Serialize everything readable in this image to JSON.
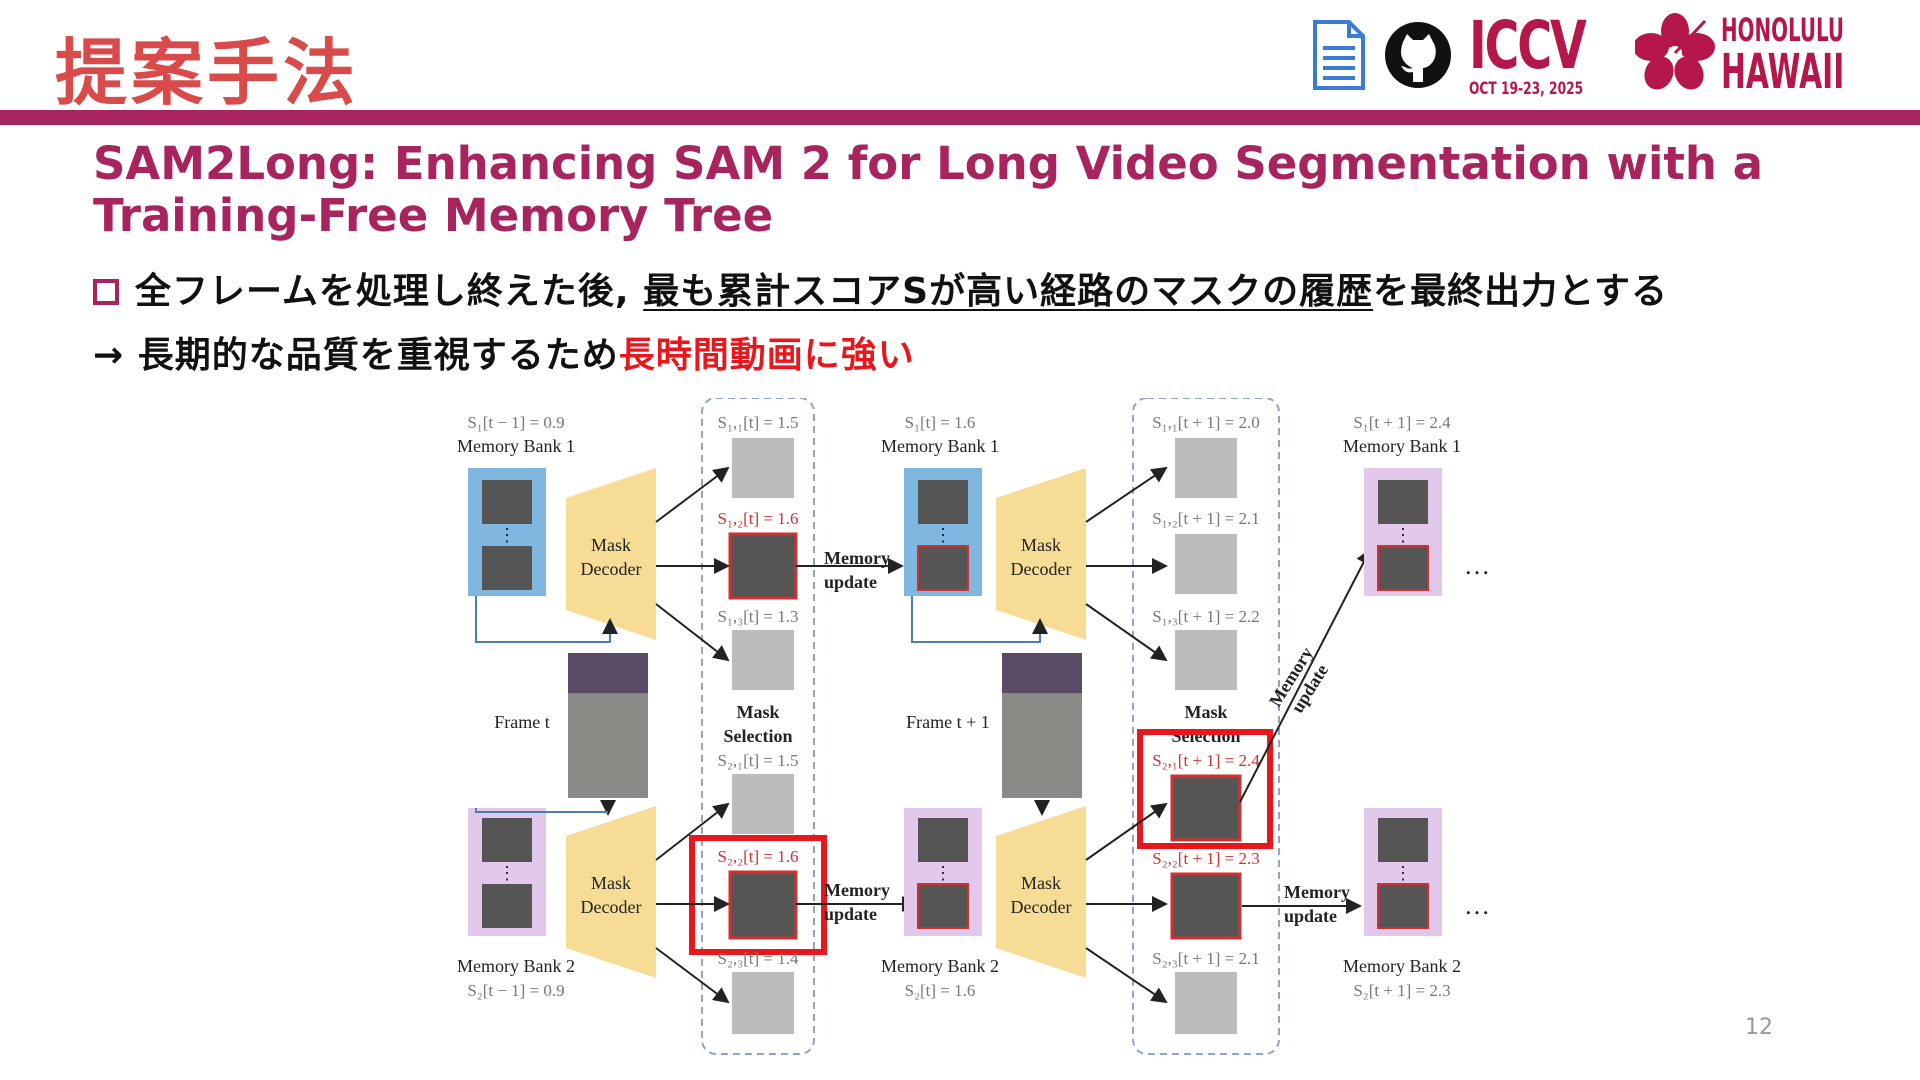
{
  "slide": {
    "title": "提案手法",
    "page_number": "12"
  },
  "header": {
    "icons": [
      "document-icon",
      "github-icon"
    ],
    "logo": {
      "name": "ICCV",
      "dates": "OCT 19-23, 2025",
      "city": "HONOLULU",
      "state": "HAWAII"
    }
  },
  "paper_title": "SAM2Long: Enhancing SAM 2 for Long Video Segmentation with a Training-Free Memory Tree",
  "bullet1": {
    "pre": "全フレームを処理し終えた後, ",
    "underlined": "最も累計スコアSが高い経路のマスクの履歴",
    "post": "を最終出力とする"
  },
  "bullet2": {
    "pre": "→ 長期的な品質を重視するため",
    "emph": "長時間動画に強い"
  },
  "colors": {
    "accent": "#a8245f",
    "title": "#d94a4a",
    "highlight": "#e8171b",
    "bank1": "#7fb7e0",
    "bank2": "#e2c8ea",
    "decoder": "#f7dc95"
  },
  "figure": {
    "memory_bank_1": "Memory Bank 1",
    "memory_bank_2": "Memory Bank 2",
    "mask_decoder": [
      "Mask",
      "Decoder"
    ],
    "mask_selection": [
      "Mask",
      "Selection"
    ],
    "memory_update": [
      "Memory",
      "update"
    ],
    "frame_t": "Frame t",
    "frame_t1": "Frame t + 1",
    "ellipsis": "…",
    "scores": {
      "s1_tm1": "S₁[t − 1] = 0.9",
      "s2_tm1": "S₂[t − 1] = 0.9",
      "s1_t": "S₁[t] = 1.6",
      "s2_t": "S₂[t] = 1.6",
      "s1_t1": "S₁[t + 1] = 2.4",
      "s2_t1": "S₂[t + 1] = 2.3",
      "s11_t": "S₁,₁[t] = 1.5",
      "s12_t": "S₁,₂[t] = 1.6",
      "s13_t": "S₁,₃[t] = 1.3",
      "s21_t": "S₂,₁[t] = 1.5",
      "s22_t": "S₂,₂[t] = 1.6",
      "s23_t": "S₂,₃[t] = 1.4",
      "s11_t1": "S₁,₁[t + 1] = 2.0",
      "s12_t1": "S₁,₂[t + 1] = 2.1",
      "s13_t1": "S₁,₃[t + 1] = 2.2",
      "s21_t1": "S₂,₁[t + 1] = 2.4",
      "s22_t1": "S₂,₂[t + 1] = 2.3",
      "s23_t1": "S₂,₃[t + 1] = 2.1"
    }
  }
}
